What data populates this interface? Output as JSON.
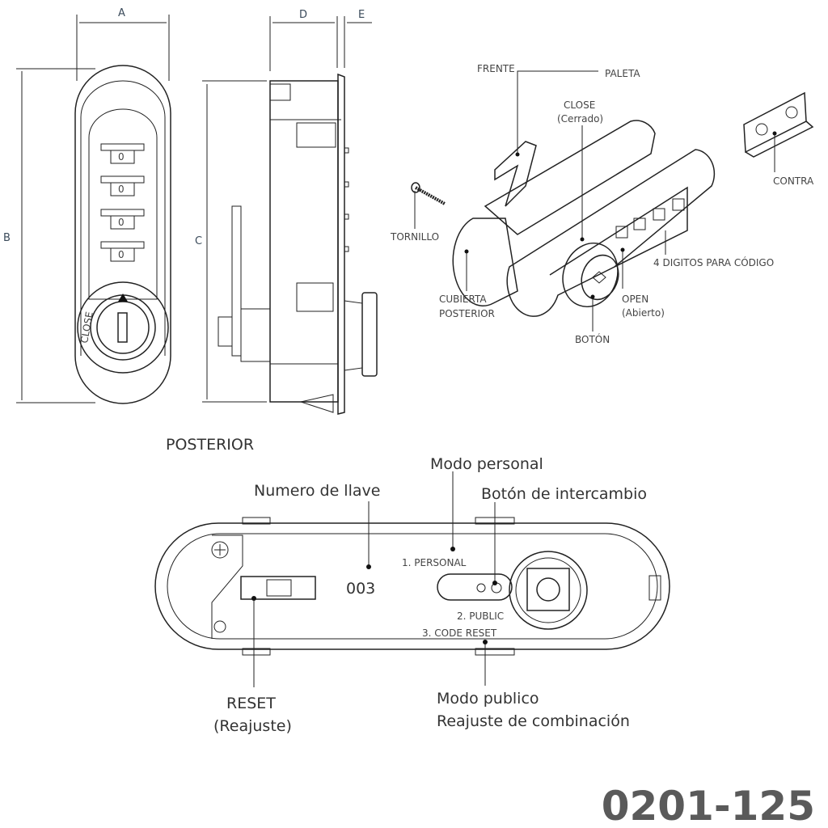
{
  "front_view": {
    "dim_a": "A",
    "dim_b": "B",
    "dial_digits": [
      "0",
      "0",
      "0",
      "0"
    ],
    "close_mark": "CLOSE"
  },
  "side_view": {
    "dim_c": "C",
    "dim_d": "D",
    "dim_e": "E"
  },
  "iso_view": {
    "frente": "FRENTE",
    "paleta": "PALETA",
    "close": "CLOSE",
    "close_es": "(Cerrado)",
    "tornillo": "TORNILLO",
    "contra": "CONTRA",
    "digitos": "4 DIGITOS PARA CÓDIGO",
    "cubierta_1": "CUBIERTA",
    "cubierta_2": "POSTERIOR",
    "open": "OPEN",
    "open_es": "(Abierto)",
    "boton": "BOTÓN"
  },
  "rear_view": {
    "title": "POSTERIOR",
    "modo_personal": "Modo personal",
    "numero_llave": "Numero de llave",
    "boton_intercambio": "Botón de intercambio",
    "personal": "1. PERSONAL",
    "key_number": "003",
    "public": "2. PUBLIC",
    "code_reset": "3. CODE RESET",
    "reset": "RESET",
    "reset_es": "(Reajuste)",
    "modo_publico": "Modo publico",
    "reajuste": "Reajuste de combinación"
  },
  "product_code": "0201-125"
}
